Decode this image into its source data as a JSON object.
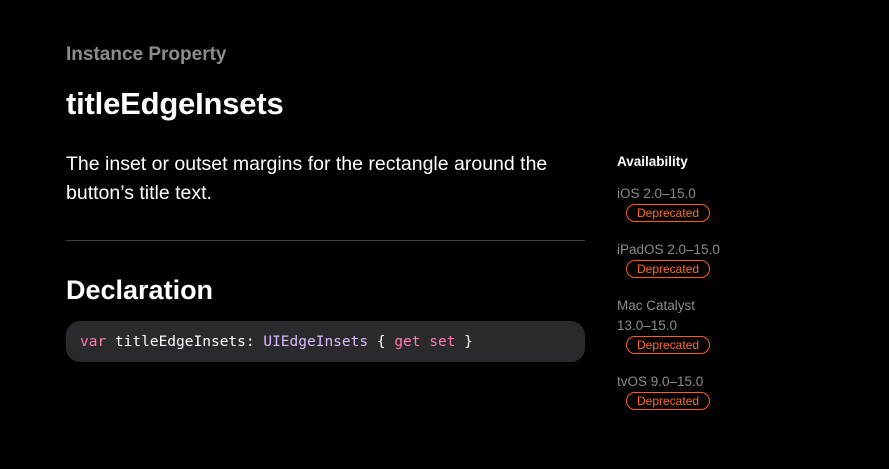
{
  "header": {
    "eyebrow": "Instance Property",
    "title": "titleEdgeInsets"
  },
  "abstract": "The inset or outset margins for the rectangle around the button’s title text.",
  "declaration": {
    "heading": "Declaration",
    "code": {
      "kw_var": "var",
      "name": " titleEdgeInsets: ",
      "type": "UIEdgeInsets",
      "open": " { ",
      "kw_get": "get",
      "space": " ",
      "kw_set": "set",
      "close": " }"
    }
  },
  "availability": {
    "heading": "Availability",
    "platforms": [
      {
        "name": "iOS 2.0–15.0",
        "badge": "Deprecated"
      },
      {
        "name": "iPadOS 2.0–15.0",
        "badge": "Deprecated"
      },
      {
        "name": "Mac Catalyst 13.0–15.0",
        "badge": "Deprecated"
      },
      {
        "name": "tvOS 9.0–15.0",
        "badge": "Deprecated"
      }
    ]
  },
  "colors": {
    "background": "#000000",
    "eyebrow": "#8c8c8c",
    "code_background": "#2a2a2c",
    "keyword": "#ff7ab2",
    "type": "#dabaff",
    "deprecated": "#ff5e1a"
  }
}
